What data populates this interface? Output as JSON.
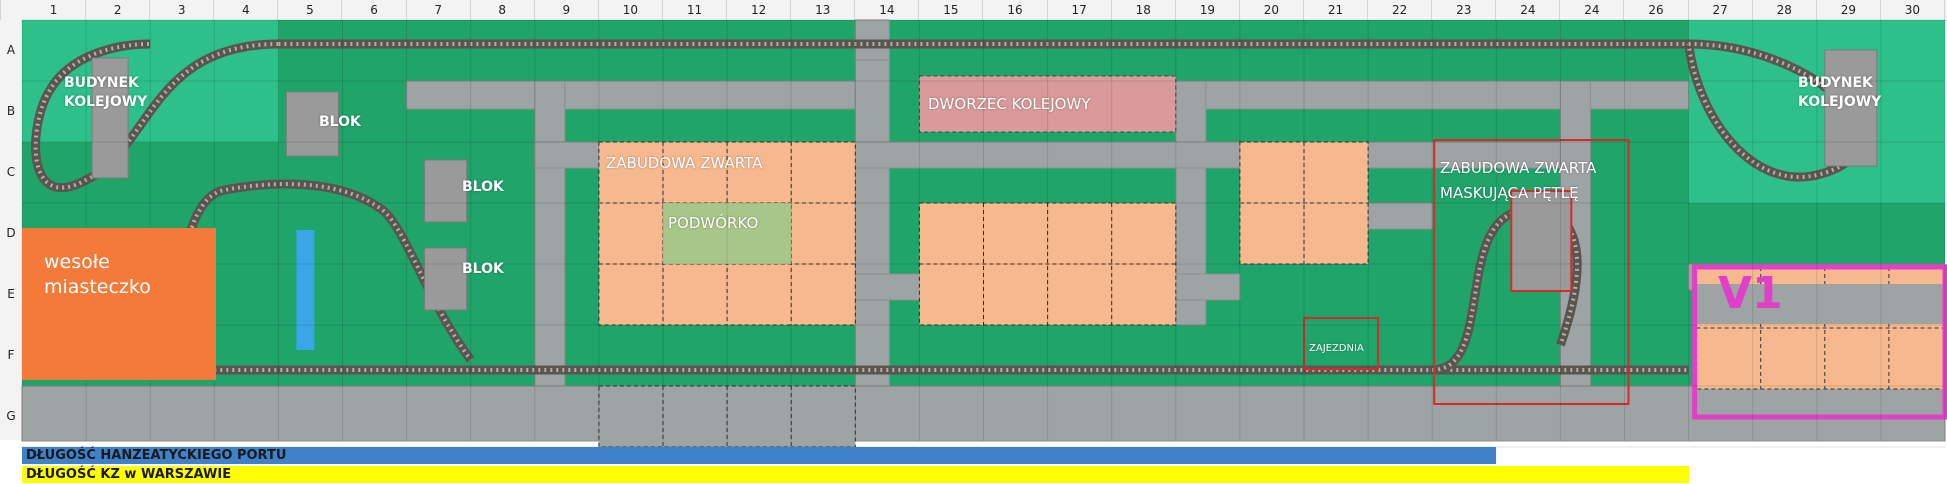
{
  "columns": [
    "1",
    "2",
    "3",
    "4",
    "5",
    "6",
    "7",
    "8",
    "9",
    "10",
    "11",
    "12",
    "13",
    "14",
    "15",
    "16",
    "17",
    "18",
    "19",
    "20",
    "21",
    "22",
    "23",
    "24",
    "24",
    "26",
    "27",
    "28",
    "29",
    "30"
  ],
  "rows": [
    "A",
    "B",
    "C",
    "D",
    "E",
    "F",
    "G"
  ],
  "labels": {
    "building_left": "BUDYNEK\nKOLEJOWY",
    "building_right": "BUDYNEK\nKOLEJOWY",
    "blok_1": "BLOK",
    "blok_2": "BLOK",
    "blok_3": "BLOK",
    "station": "DWORZEC KOLEJOWY",
    "dense_1": "ZABUDOWA ZWARTA",
    "courtyard": "PODWÓRKO",
    "dense_2": "ZABUDOWA ZWARTA\nMASKUJĄCA PĘTLĘ",
    "depot": "ZAJEZDNIA",
    "amusement": "wesołe\nmiasteczko",
    "v1": "V1"
  },
  "bars": {
    "hanseatic": "DŁUGOŚĆ HANZEATYCKIEGO PORTU",
    "kz": "DŁUGOŚĆ KZ w WARSZAWIE"
  },
  "colors": {
    "grass": "#1fa46a",
    "grass_light": "#2dc08a",
    "road": "#9ea3a3",
    "track": "#5a5550",
    "building": "#f6b98f",
    "station": "#d89a9a",
    "courtyard": "#a9c68a",
    "amusement": "#f47a3a",
    "v1": "#e040c8",
    "red_outline": "#d62b2b",
    "bar_blue": "#3f82c9",
    "bar_yellow": "#ffff00"
  }
}
